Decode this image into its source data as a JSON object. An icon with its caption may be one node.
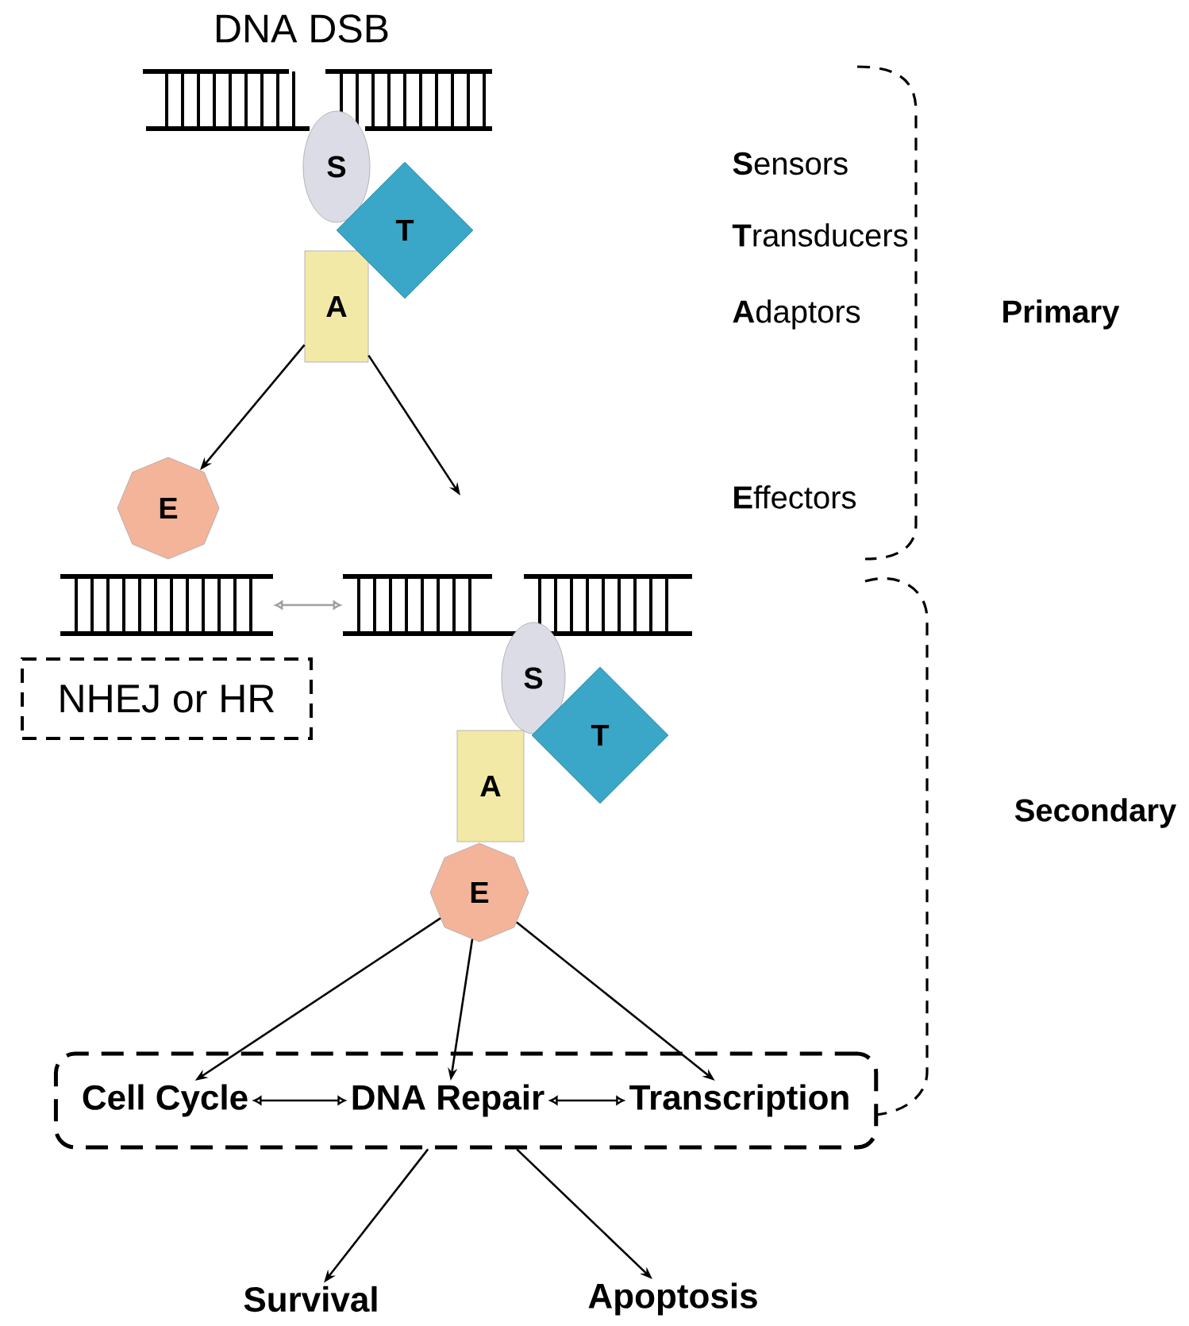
{
  "diagram": {
    "nodes": [
      {
        "text": [],
        "shape": "picture",
        "beside": [
          "DNA DSB"
        ]
      },
      {
        "text": [
          "S"
        ]
      },
      {
        "text": [
          "T"
        ]
      },
      {
        "text": [
          "A"
        ]
      },
      {
        "text": [
          "E"
        ]
      },
      {
        "text": [],
        "shape": "picture"
      },
      {
        "text": [],
        "shape": "picture"
      },
      {
        "text": [
          "NHEJ or HR"
        ]
      },
      {
        "text": [
          "S"
        ]
      },
      {
        "text": [
          "T"
        ]
      },
      {
        "text": [
          "A"
        ]
      },
      {
        "text": [
          "E"
        ]
      },
      {
        "text": [],
        "shape": "box"
      },
      {
        "text": [
          "Cell Cycle"
        ],
        "in": 12
      },
      {
        "text": [
          "DNA Repair"
        ],
        "in": 12
      },
      {
        "text": [
          "Transcription"
        ],
        "in": 12
      },
      {
        "text": [
          "Survival"
        ]
      },
      {
        "text": [
          "Apoptosis"
        ]
      }
    ],
    "edges": [
      {
        "from": 3,
        "to": 4,
        "arrow": "to"
      },
      {
        "from": 3,
        "to": null,
        "arrow": "to"
      },
      {
        "from": 5,
        "to": 6,
        "arrow": "both",
        "color": "#a0a0a0"
      },
      {
        "from": 13,
        "to": 14,
        "arrow": "both"
      },
      {
        "from": 14,
        "to": 15,
        "arrow": "both"
      },
      {
        "from": 11,
        "to": 13,
        "arrow": "to"
      },
      {
        "from": 11,
        "to": 14,
        "arrow": "to"
      },
      {
        "from": 11,
        "to": 15,
        "arrow": "to"
      },
      {
        "from": 12,
        "to": 16,
        "arrow": "to"
      },
      {
        "from": 12,
        "to": 17,
        "arrow": "to"
      }
    ],
    "labels": [
      "**S**ensors",
      "**T**ransducers",
      "**A**daptors",
      "**E**ffectors",
      "Primary",
      "Secondary"
    ]
  }
}
